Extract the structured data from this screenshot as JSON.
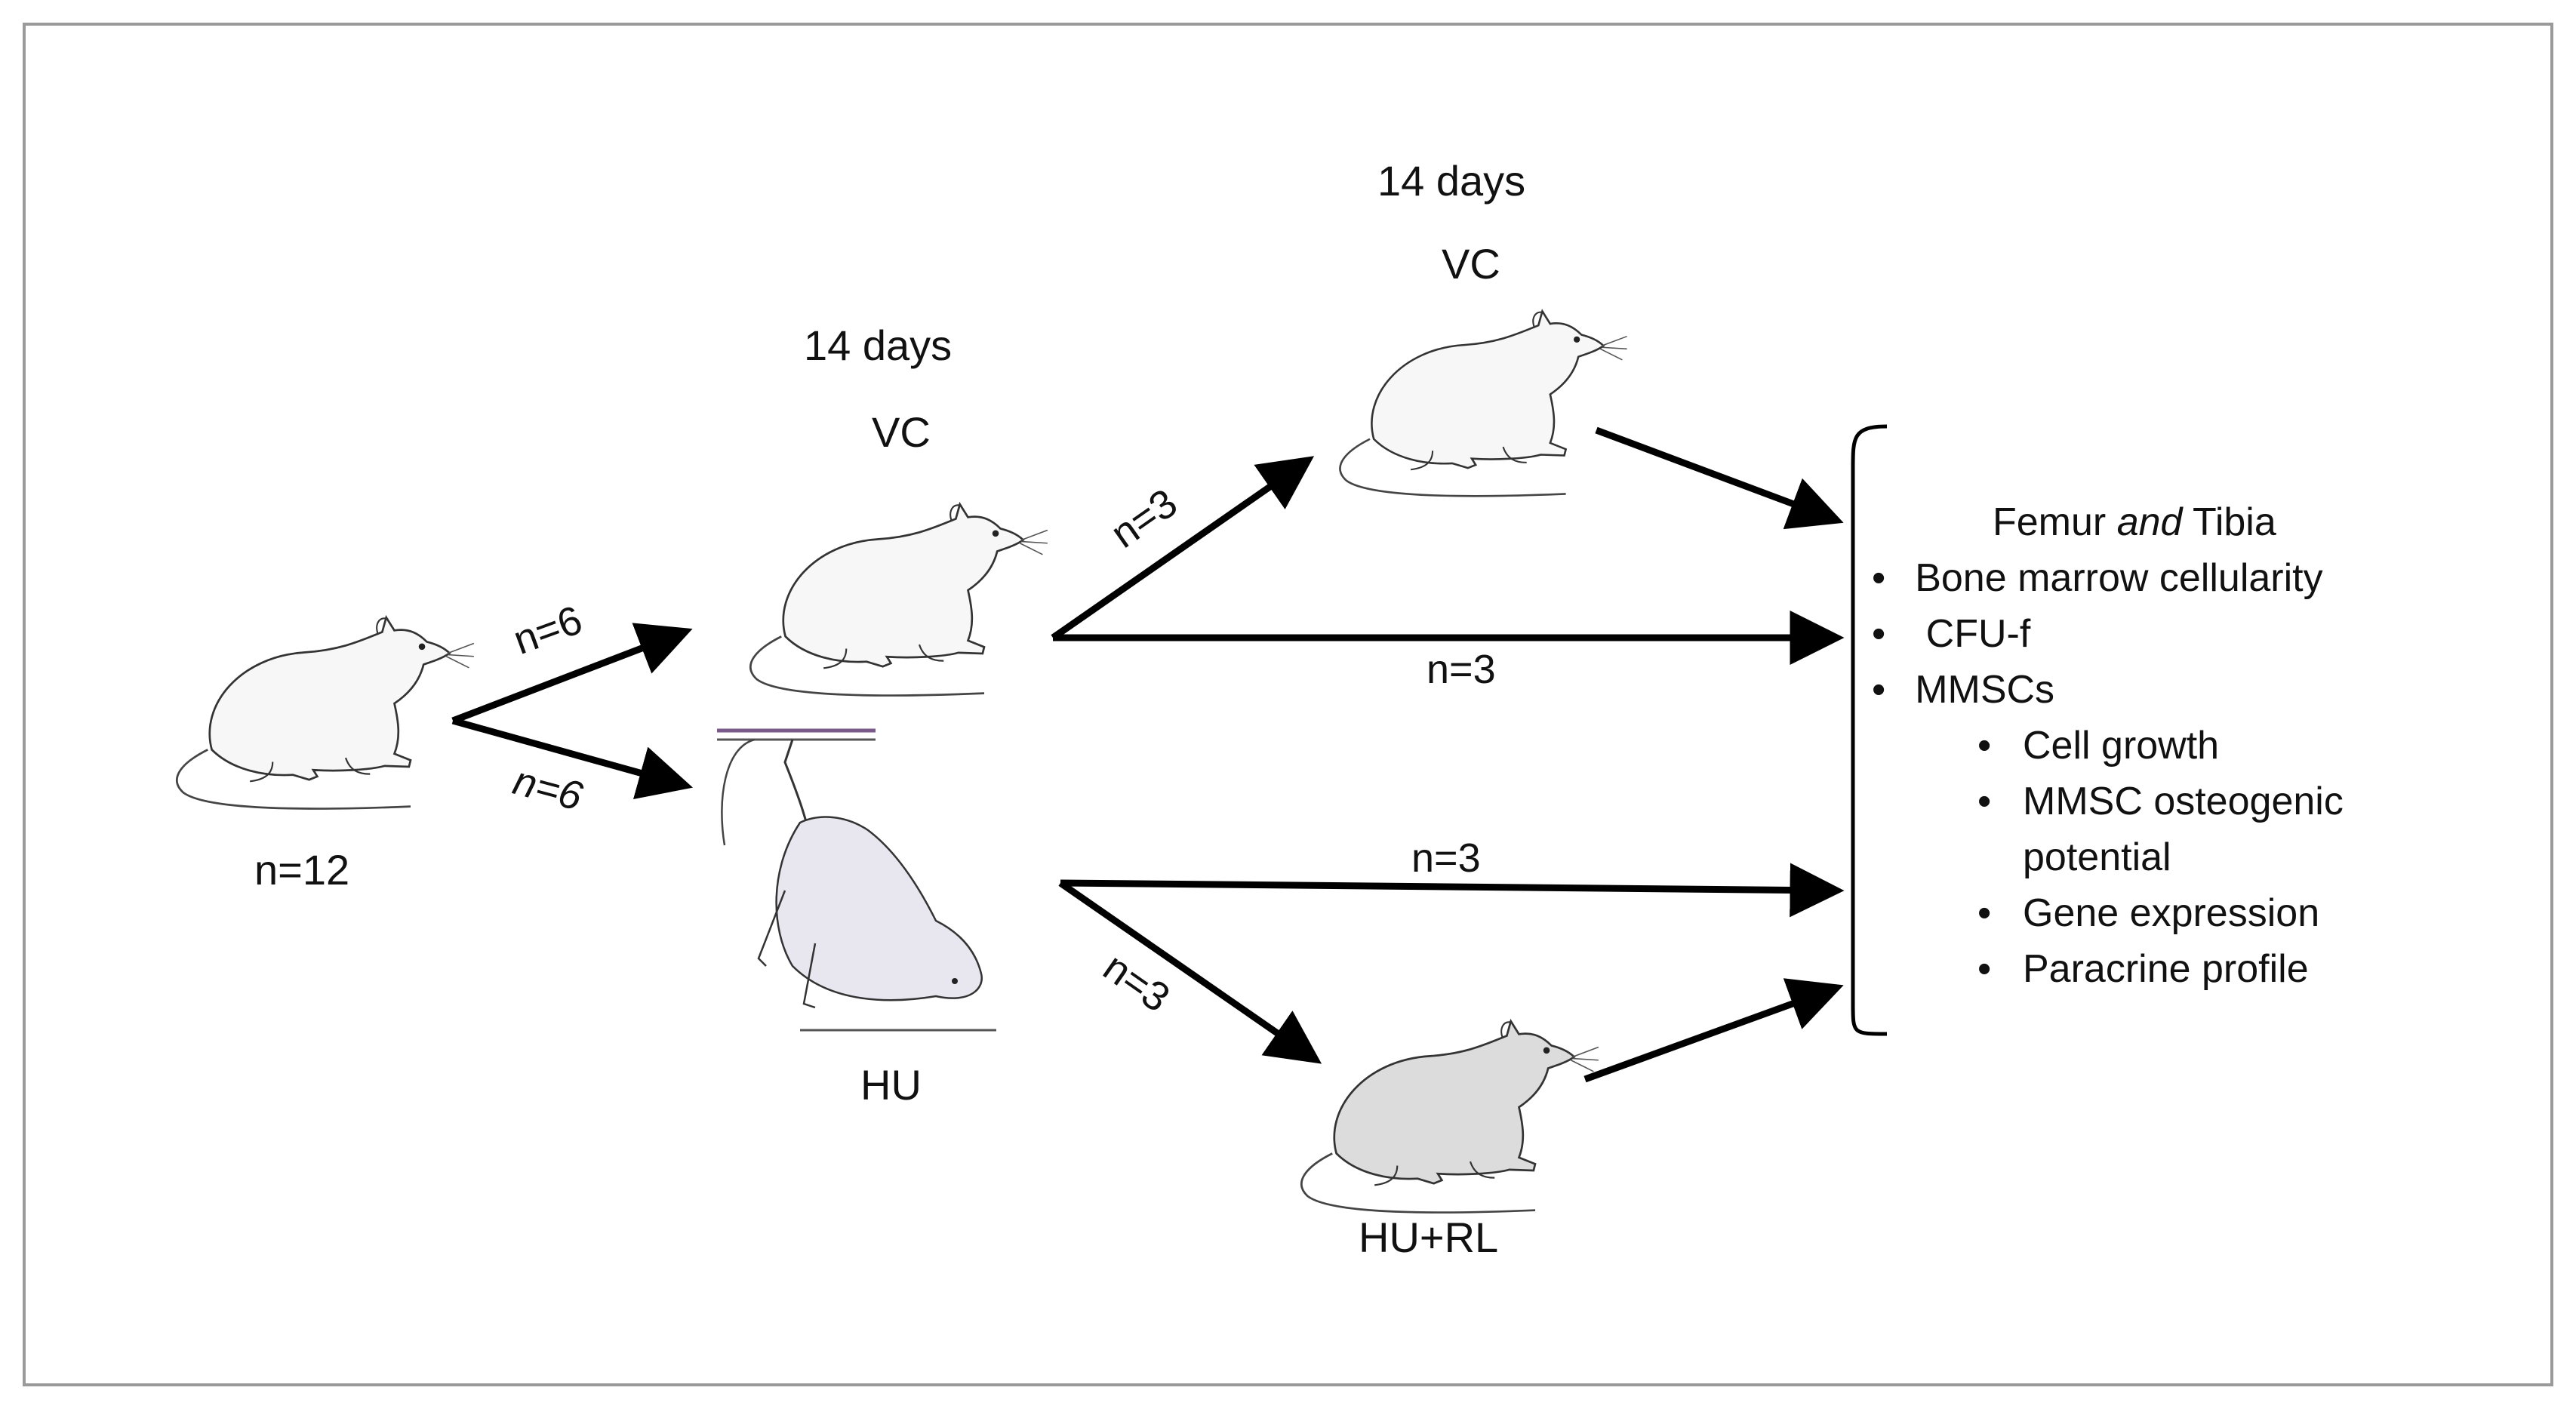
{
  "initial": {
    "count": "n=12"
  },
  "split": {
    "top": "n=6",
    "bottom": "n=6"
  },
  "vc_group": {
    "duration": "14 days",
    "name": "VC"
  },
  "hu_group": {
    "name": "HU"
  },
  "vc_second": {
    "duration": "14 days",
    "name": "VC"
  },
  "hurl_group": {
    "name": "HU+RL"
  },
  "branches": {
    "vc_to_vc": "n=3",
    "vc_direct": "n=3",
    "hu_direct": "n=3",
    "hu_to_hurl": "n=3"
  },
  "outcome": {
    "title_part1": "Femur",
    "title_italic": "and",
    "title_part2": "Tibia",
    "items": [
      "Bone marrow cellularity",
      "CFU-f",
      "MMSCs"
    ],
    "subitems": [
      "Cell growth",
      "MMSC osteogenic potential",
      "Gene expression",
      "Paracrine profile"
    ]
  },
  "colors": {
    "border": "#9a9a9a",
    "arrow": "#000000",
    "rat_fill": "#f7f7f7",
    "rat_fill_grey": "#dcdcdc",
    "line": "#222222"
  }
}
